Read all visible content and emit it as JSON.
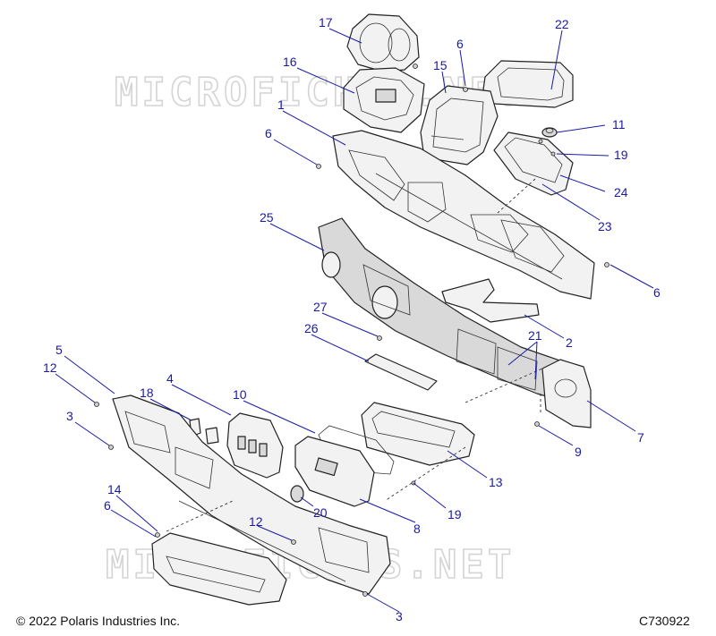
{
  "watermark": "MICROFICHES.NET",
  "footer": {
    "copyright": "© 2022 Polaris Industries Inc.",
    "diagram_code": "C730922"
  },
  "colors": {
    "callout": "#1a1aa6",
    "line_art": "#222222",
    "watermark": "#d4d4d4"
  },
  "callouts": [
    "17",
    "6",
    "22",
    "16",
    "15",
    "1",
    "11",
    "6",
    "19",
    "24",
    "23",
    "25",
    "6",
    "27",
    "2",
    "26",
    "21",
    "5",
    "12",
    "4",
    "18",
    "10",
    "3",
    "7",
    "9",
    "13",
    "14",
    "20",
    "8",
    "19",
    "6",
    "12",
    "3"
  ]
}
